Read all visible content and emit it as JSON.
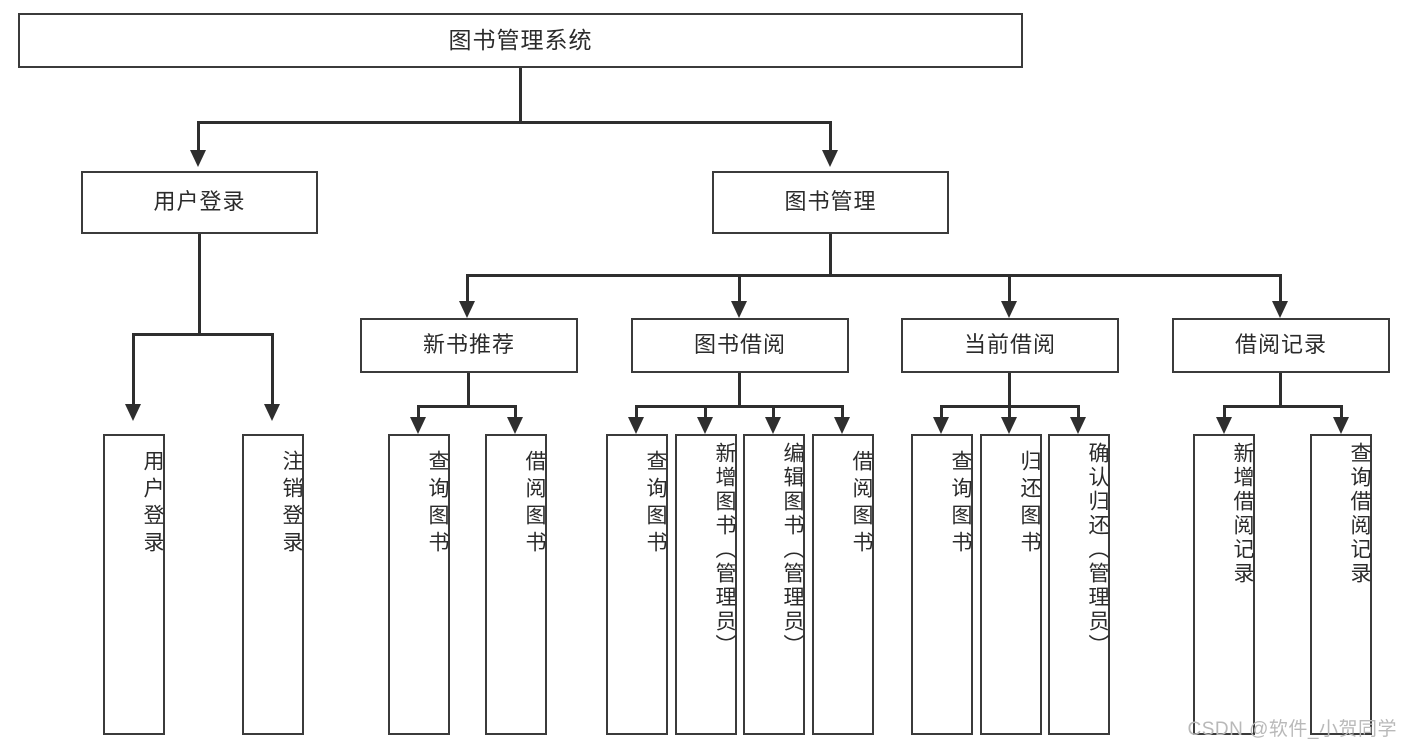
{
  "diagram": {
    "title": "图书管理系统",
    "root": {
      "label": "图书管理系统"
    },
    "level2": [
      {
        "label": "用户登录"
      },
      {
        "label": "图书管理"
      }
    ],
    "level3": [
      {
        "label": "新书推荐"
      },
      {
        "label": "图书借阅"
      },
      {
        "label": "当前借阅"
      },
      {
        "label": "借阅记录"
      }
    ],
    "leaves": {
      "user_login": [
        {
          "label": "用户登录"
        },
        {
          "label": "注销登录"
        }
      ],
      "new_book_recommend": [
        {
          "label": "查询图书"
        },
        {
          "label": "借阅图书"
        }
      ],
      "book_borrow": [
        {
          "label": "查询图书"
        },
        {
          "label": "新增图书（管理员）"
        },
        {
          "label": "编辑图书（管理员）"
        },
        {
          "label": "借阅图书"
        }
      ],
      "current_borrow": [
        {
          "label": "查询图书"
        },
        {
          "label": "归还图书"
        },
        {
          "label": "确认归还（管理员）"
        }
      ],
      "borrow_record": [
        {
          "label": "新增借阅记录"
        },
        {
          "label": "查询借阅记录"
        }
      ]
    }
  },
  "watermark": {
    "text": "CSDN @软件_小贺同学"
  },
  "colors": {
    "stroke": "#3b3b3b",
    "line": "#2e2e2e",
    "text": "#2b2b2b",
    "background": "#ffffff",
    "watermark": "#b9b9b9"
  }
}
